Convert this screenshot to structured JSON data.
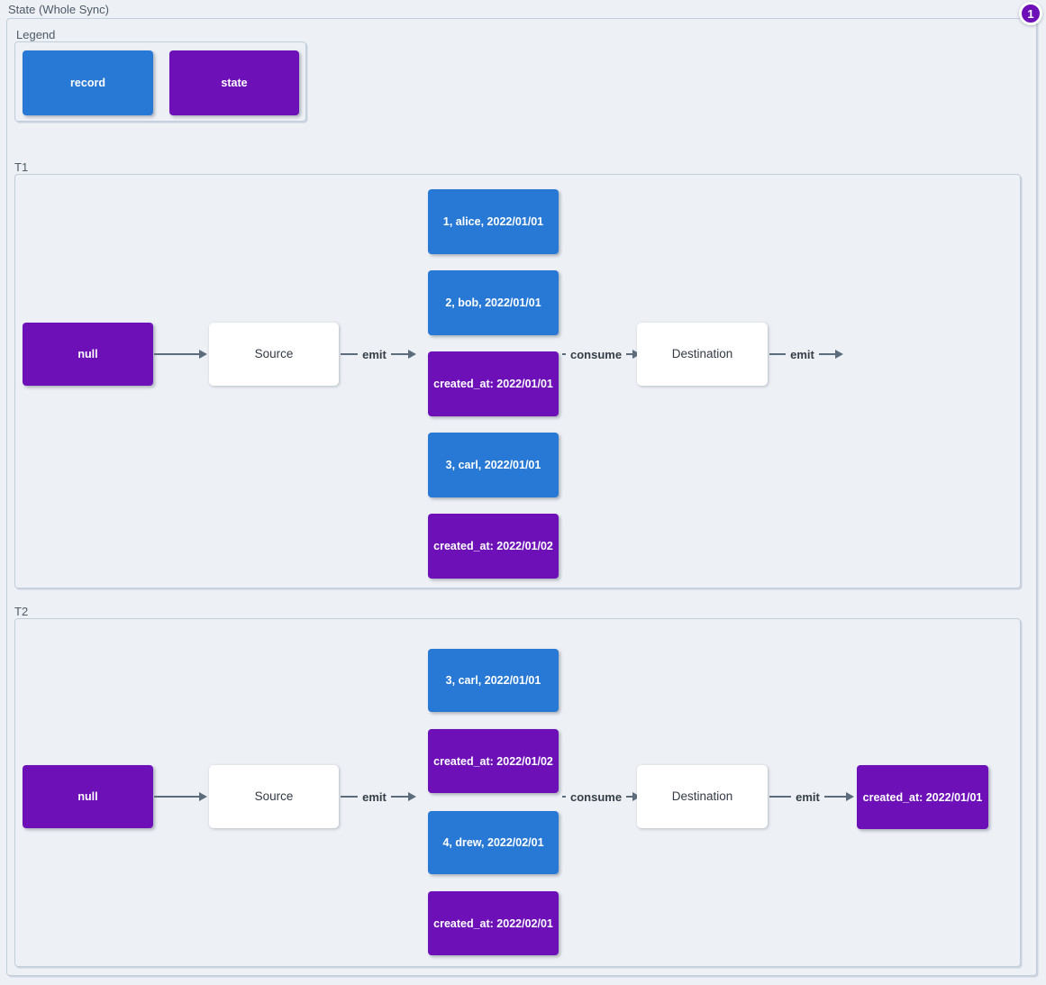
{
  "colors": {
    "background": "#edf0f5",
    "record": "#2879d6",
    "state": "#6d10b8",
    "arrow": "#5d6c7b"
  },
  "title": "State (Whole Sync)",
  "badge": "1",
  "legend": {
    "label": "Legend",
    "record": "record",
    "state": "state"
  },
  "t1": {
    "label": "T1",
    "null_node": "null",
    "source": "Source",
    "destination": "Destination",
    "emit_label": "emit",
    "consume_label": "consume",
    "emit_out_label": "emit",
    "stack": [
      {
        "type": "record",
        "label": "1, alice, 2022/01/01"
      },
      {
        "type": "record",
        "label": "2, bob, 2022/01/01"
      },
      {
        "type": "state",
        "label": "created_at: 2022/01/01"
      },
      {
        "type": "record",
        "label": "3, carl, 2022/01/01"
      },
      {
        "type": "state",
        "label": "created_at: 2022/01/02"
      }
    ]
  },
  "t2": {
    "label": "T2",
    "null_node": "null",
    "source": "Source",
    "destination": "Destination",
    "emit_label": "emit",
    "consume_label": "consume",
    "emit_out_label": "emit",
    "emitted_state": "created_at: 2022/01/01",
    "stack": [
      {
        "type": "record",
        "label": "3, carl, 2022/01/01"
      },
      {
        "type": "state",
        "label": "created_at: 2022/01/02"
      },
      {
        "type": "record",
        "label": "4, drew, 2022/02/01"
      },
      {
        "type": "state",
        "label": "created_at: 2022/02/01"
      }
    ]
  }
}
